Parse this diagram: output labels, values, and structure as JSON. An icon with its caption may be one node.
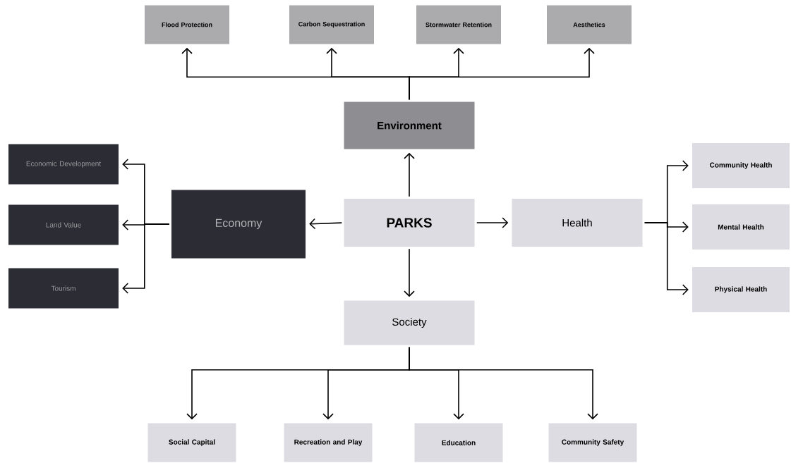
{
  "diagram": {
    "nodes": [
      {
        "text": [
          "Flood Protection"
        ]
      },
      {
        "text": [
          "Carbon Sequestration"
        ]
      },
      {
        "text": [
          "Stormwater Retention"
        ]
      },
      {
        "text": [
          "Aesthetics"
        ]
      },
      {
        "text": [
          "Environment"
        ]
      },
      {
        "text": [
          "Economic Development"
        ]
      },
      {
        "text": [
          "Community Health"
        ]
      },
      {
        "text": [
          "Economy"
        ]
      },
      {
        "text": [
          "PARKS"
        ]
      },
      {
        "text": [
          "Health"
        ]
      },
      {
        "text": [
          "Land Value"
        ]
      },
      {
        "text": [
          "Mental Health"
        ]
      },
      {
        "text": [
          "Tourism"
        ]
      },
      {
        "text": [
          "Physical Health"
        ]
      },
      {
        "text": [
          "Society"
        ]
      },
      {
        "text": [
          "Social Capital"
        ]
      },
      {
        "text": [
          "Recreation and Play"
        ]
      },
      {
        "text": [
          "Education"
        ]
      },
      {
        "text": [
          "Community Safety"
        ]
      }
    ],
    "edges": [
      {
        "from": 8,
        "to": 4,
        "arrow": "to"
      },
      {
        "from": 8,
        "to": 7,
        "arrow": "to"
      },
      {
        "from": 8,
        "to": 9,
        "arrow": "to"
      },
      {
        "from": 8,
        "to": 14,
        "arrow": "to"
      },
      {
        "from": 4,
        "to": 0,
        "arrow": "to"
      },
      {
        "from": 4,
        "to": 1,
        "arrow": "to"
      },
      {
        "from": 4,
        "to": 2,
        "arrow": "to"
      },
      {
        "from": 4,
        "to": 3,
        "arrow": "to"
      },
      {
        "from": 7,
        "to": 5,
        "arrow": "to"
      },
      {
        "from": 7,
        "to": 10,
        "arrow": "to"
      },
      {
        "from": 7,
        "to": 12,
        "arrow": "to"
      },
      {
        "from": 9,
        "to": 6,
        "arrow": "to"
      },
      {
        "from": 9,
        "to": 11,
        "arrow": "to"
      },
      {
        "from": 9,
        "to": 13,
        "arrow": "to"
      },
      {
        "from": 14,
        "to": 15,
        "arrow": "to"
      },
      {
        "from": 14,
        "to": 16,
        "arrow": "to"
      },
      {
        "from": 14,
        "to": 17,
        "arrow": "to"
      },
      {
        "from": 14,
        "to": 18,
        "arrow": "to"
      }
    ]
  }
}
